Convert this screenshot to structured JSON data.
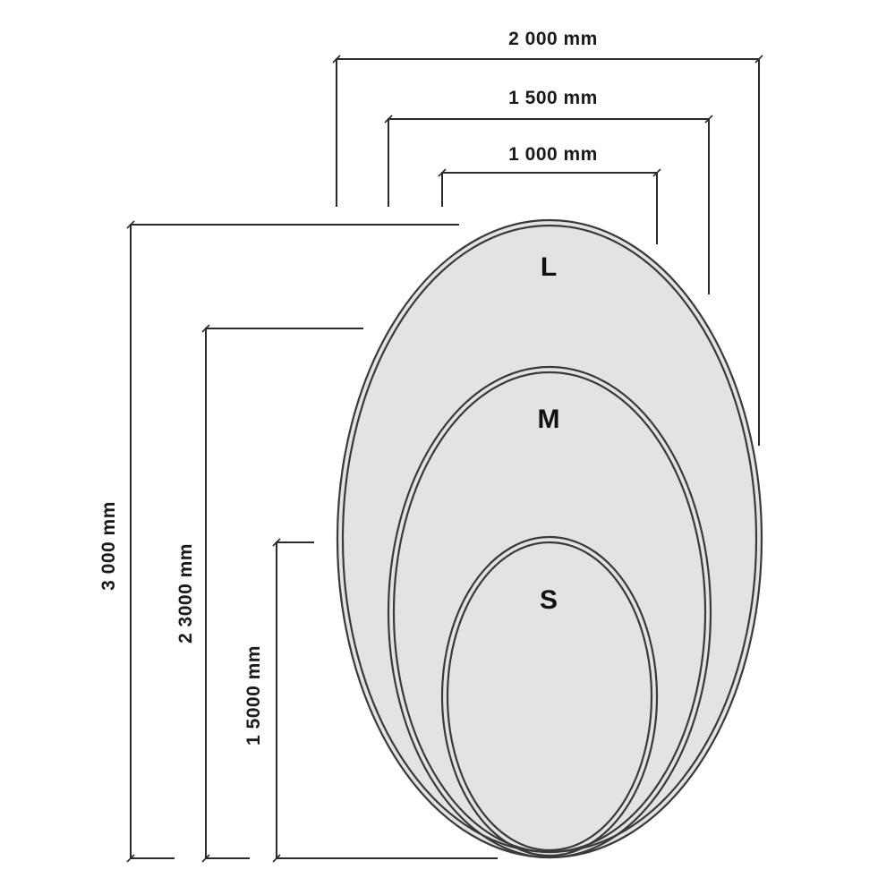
{
  "sizes": {
    "large": {
      "label": "L",
      "width": "2 000 mm",
      "height": "3 000 mm"
    },
    "medium": {
      "label": "M",
      "width": "1 500 mm",
      "height": "2 3000 mm"
    },
    "small": {
      "label": "S",
      "width": "1 000 mm",
      "height": "1 5000 mm"
    }
  },
  "colors": {
    "fill": "#e3e3e3",
    "outline": "#3a3a3a",
    "dimension_line": "#2b2b2b"
  }
}
